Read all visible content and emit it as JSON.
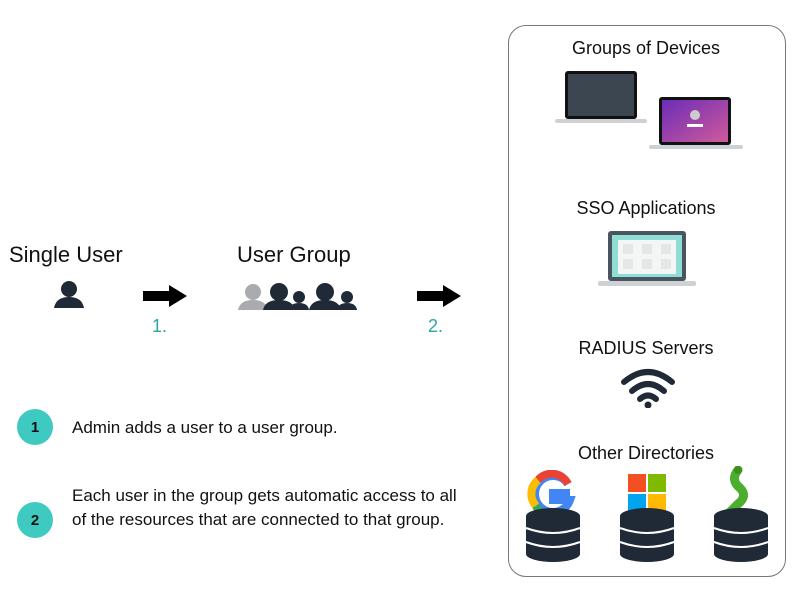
{
  "flow": {
    "single_user_label": "Single User",
    "user_group_label": "User Group",
    "step1_label": "1.",
    "step2_label": "2."
  },
  "steps": [
    {
      "badge": "1",
      "text": "Admin adds a user to a user group."
    },
    {
      "badge": "2",
      "text": "Each user in the group gets automatic access to all of the resources that are connected to that group."
    }
  ],
  "resources": {
    "devices_title": "Groups of Devices",
    "sso_title": "SSO Applications",
    "radius_title": "RADIUS Servers",
    "directories_title": "Other Directories"
  },
  "colors": {
    "teal": "#3ec9c1",
    "teal_text": "#2aa6a6",
    "dark": "#1f2a36",
    "gray_user": "#a9abae"
  }
}
